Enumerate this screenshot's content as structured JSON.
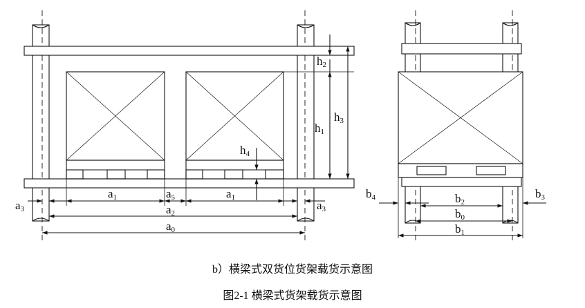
{
  "diagram": {
    "labels": {
      "h2": {
        "base": "h",
        "sub": "2"
      },
      "h1": {
        "base": "h",
        "sub": "1"
      },
      "h3": {
        "base": "h",
        "sub": "3"
      },
      "h4": {
        "base": "h",
        "sub": "4"
      },
      "a1_left": {
        "base": "a",
        "sub": "1"
      },
      "a5": {
        "base": "a",
        "sub": "5"
      },
      "a1_right": {
        "base": "a",
        "sub": "1"
      },
      "a3_left": {
        "base": "a",
        "sub": "3"
      },
      "a2": {
        "base": "a",
        "sub": "2"
      },
      "a3_right": {
        "base": "a",
        "sub": "3"
      },
      "a0": {
        "base": "a",
        "sub": "0"
      },
      "b4": {
        "base": "b",
        "sub": "4"
      },
      "b3": {
        "base": "b",
        "sub": "3"
      },
      "b2": {
        "base": "b",
        "sub": "2"
      },
      "b0": {
        "base": "b",
        "sub": "0"
      },
      "b1": {
        "base": "b",
        "sub": "1"
      }
    }
  },
  "captions": {
    "subfigure": "b）横梁式双货位货架载货示意图",
    "figure": "图2-1  横梁式货架载货示意图"
  }
}
